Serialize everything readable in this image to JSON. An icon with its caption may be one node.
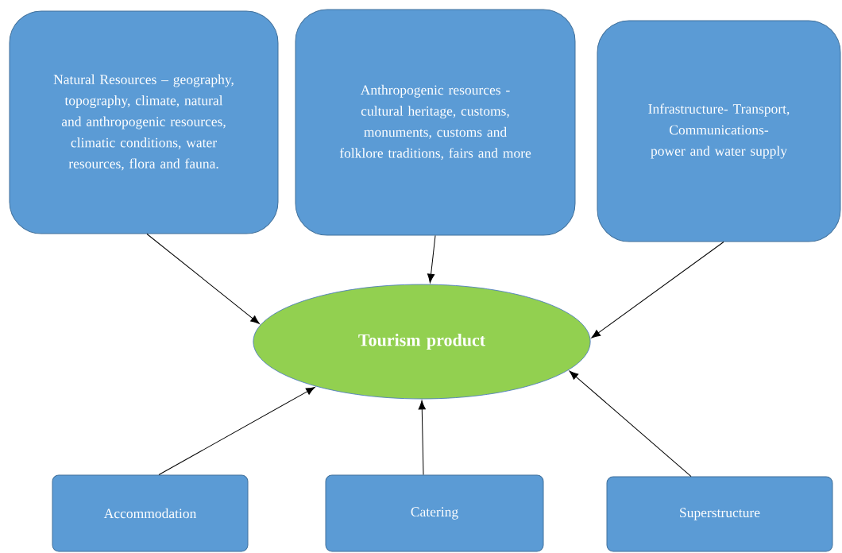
{
  "diagram": {
    "nodes": [
      {
        "text": [
          "Natural Resources – geography, topography, climate, natural and anthropogenic resources, climatic conditions, water resources, flora and fauna."
        ]
      },
      {
        "text": [
          "Anthropogenic resources - cultural heritage, customs, monuments, customs and folklore traditions, fairs and more"
        ]
      },
      {
        "text": [
          "Infrastructure- Transport, Communications- power and water supply"
        ]
      },
      {
        "text": [
          "Tourism product"
        ]
      },
      {
        "text": [
          "Accommodation"
        ]
      },
      {
        "text": [
          "Catering"
        ]
      },
      {
        "text": [
          "Superstructure"
        ]
      }
    ],
    "edges": [
      {
        "from": 0,
        "to": 3,
        "arrow": "to"
      },
      {
        "from": 1,
        "to": 3,
        "arrow": "to"
      },
      {
        "from": 2,
        "to": 3,
        "arrow": "to"
      },
      {
        "from": 4,
        "to": 3,
        "arrow": "to"
      },
      {
        "from": 5,
        "to": 3,
        "arrow": "to"
      },
      {
        "from": 6,
        "to": 3,
        "arrow": "to"
      }
    ]
  }
}
